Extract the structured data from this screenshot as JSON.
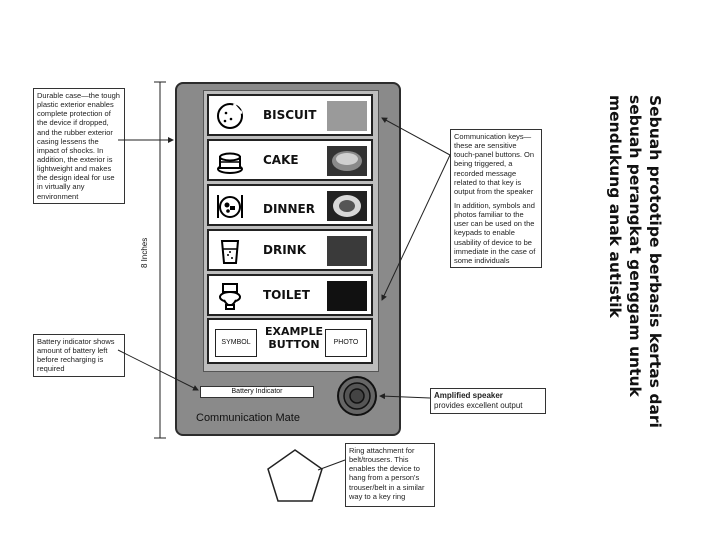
{
  "title": {
    "line1": "Sebuah prototipe berbasis kertas dari",
    "line2": "sebuah perangkat genggam untuk",
    "line3": "mendukung anak autistik"
  },
  "device": {
    "brand": "Communication Mate",
    "battery_label": "Battery Indicator",
    "height_label": "8 Inches",
    "keys": [
      {
        "label": "BISCUIT",
        "icon": "biscuit-icon"
      },
      {
        "label": "CAKE",
        "icon": "cake-icon"
      },
      {
        "label": "DINNER",
        "icon": "dinner-plate-icon"
      },
      {
        "label": "DRINK",
        "icon": "cup-icon"
      },
      {
        "label": "TOILET",
        "icon": "toilet-icon"
      }
    ],
    "example": {
      "line1": "EXAMPLE",
      "line2": "BUTTON",
      "symbol": "SYMBOL",
      "photo": "PHOTO"
    }
  },
  "notes": {
    "case": "Durable case—the tough plastic exterior enables complete protection of the device if dropped, and the rubber exterior casing lessens the impact of shocks. In addition, the exterior is lightweight and makes the design ideal for use in virtually any environment",
    "battery": "Battery indicator shows amount of battery left before recharging is required",
    "keys_p1": "Communication keys—these are sensitive touch-panel buttons. On being triggered, a recorded message related to that key is output from the speaker",
    "keys_p2": "In addition, symbols and photos familiar to the user can be used on the keypads to enable usability of device to be immediate in the case of some individuals",
    "speaker_line1": "Amplified speaker",
    "speaker_line2": "provides excellent output",
    "ring": "Ring attachment for belt/trousers. This enables the device to hang from a person's trouser/belt in a similar way to a key ring"
  }
}
